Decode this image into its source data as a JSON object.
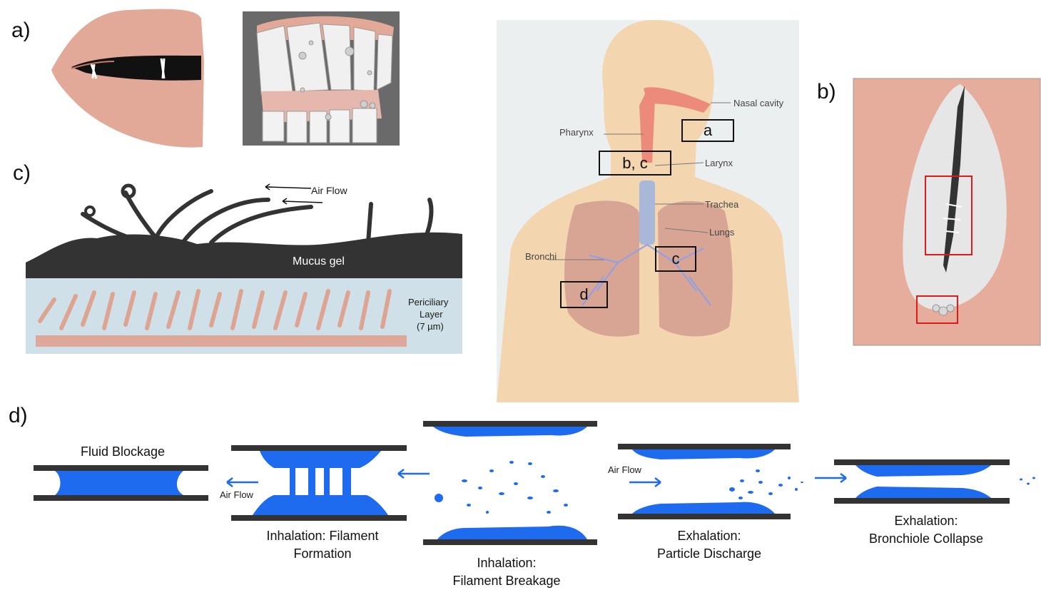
{
  "panels": {
    "a": "a)",
    "b": "b)",
    "c": "c)",
    "d": "d)"
  },
  "diagram_body": {
    "labels": {
      "nasal_cavity": "Nasal cavity",
      "pharynx": "Pharynx",
      "larynx": "Larynx",
      "trachea": "Trachea",
      "lungs": "Lungs",
      "bronchi": "Bronchi"
    },
    "boxes": {
      "a": "a",
      "bc": "b, c",
      "c": "c",
      "d": "d"
    }
  },
  "panel_c": {
    "airflow": "Air Flow",
    "mucus": "Mucus gel",
    "periciliary_line1": "Periciliary",
    "periciliary_line2": "Layer",
    "periciliary_line3": "(7 µm)"
  },
  "panel_d": {
    "airflow_1": "Air Flow",
    "airflow_2": "Air Flow",
    "captions": {
      "blockage": "Fluid Blockage",
      "formation_1": "Inhalation: Filament",
      "formation_2": "Formation",
      "breakage_1": "Inhalation:",
      "breakage_2": "Filament Breakage",
      "discharge_1": "Exhalation:",
      "discharge_2": "Particle Discharge",
      "collapse_1": "Exhalation:",
      "collapse_2": "Bronchiole Collapse"
    }
  },
  "colors": {
    "fluid_blue": "#1e6bf0",
    "mucus_dark": "#333333",
    "skin": "#e2a999",
    "periciliary_bg": "#cfe0e8",
    "highlight_red": "#e01a1a"
  }
}
